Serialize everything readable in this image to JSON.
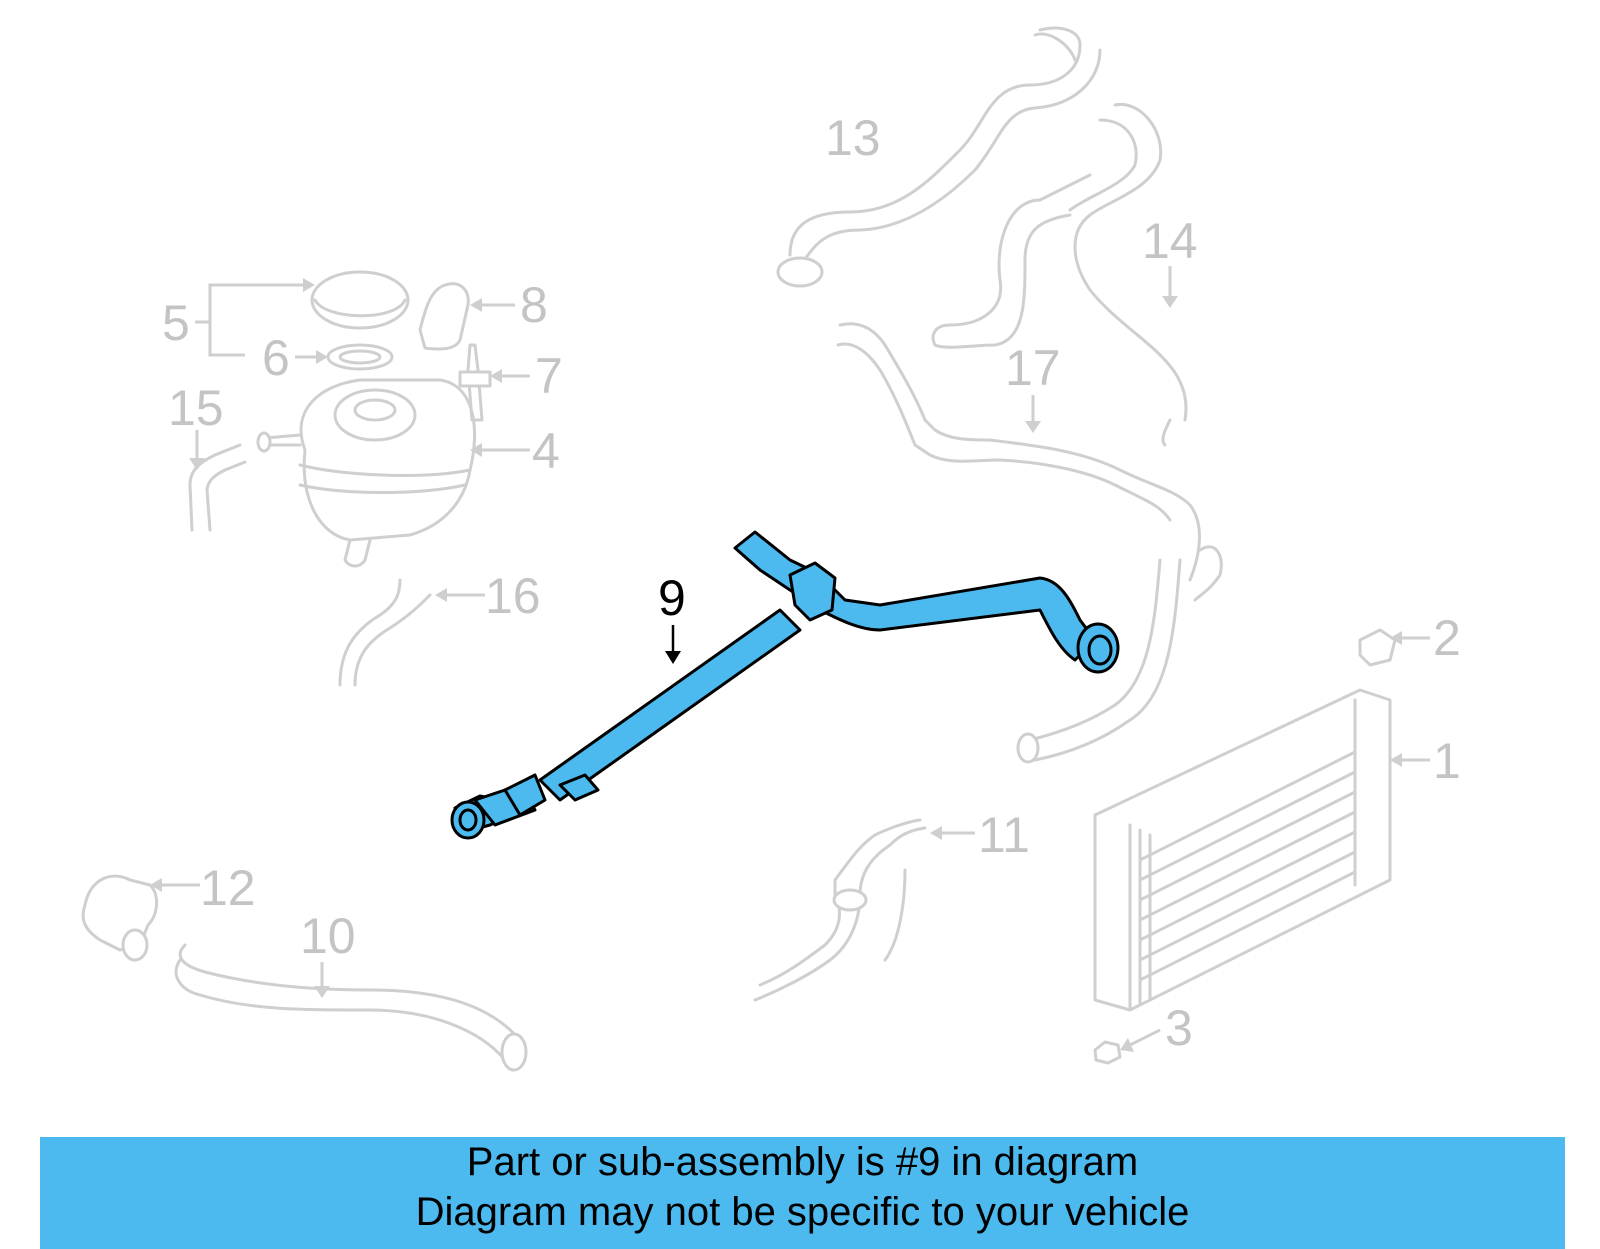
{
  "diagram": {
    "highlighted_part": "9",
    "callouts": [
      "1",
      "2",
      "3",
      "4",
      "5",
      "6",
      "7",
      "8",
      "9",
      "10",
      "11",
      "12",
      "13",
      "14",
      "15",
      "16",
      "17"
    ],
    "colors": {
      "highlight": "#4cb9ef",
      "part_outline": "#cfcfcf",
      "caption_bg": "#4cb9ef"
    }
  },
  "caption": {
    "line1": "Part or sub-assembly is #9 in diagram",
    "line2": "Diagram may not be specific to your vehicle"
  }
}
